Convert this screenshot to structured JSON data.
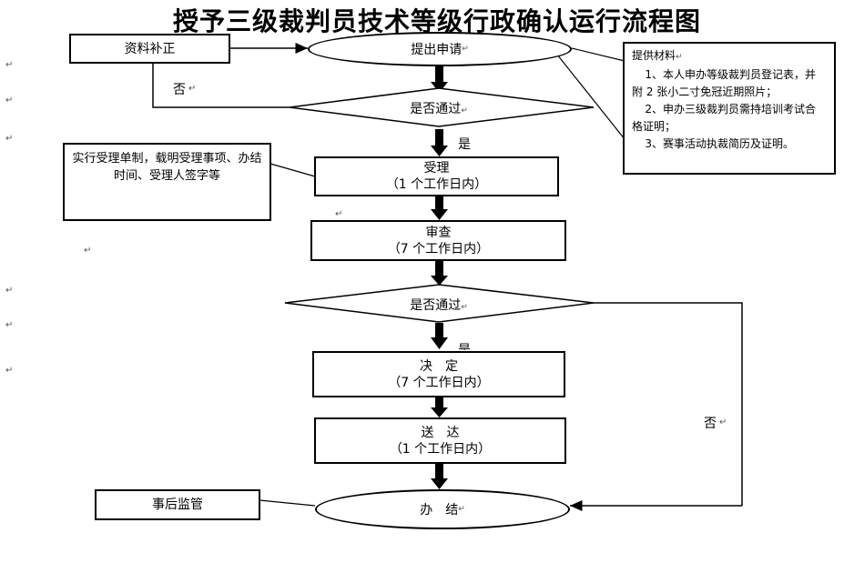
{
  "title": "授予三级裁判员技术等级行政确认运行流程图",
  "nodes": {
    "apply": "提出申请",
    "supplement": "资料补正",
    "check1": "是否通过",
    "accept": "受理",
    "accept_time": "（1 个工作日内）",
    "review": "审查",
    "review_time": "（7 个工作日内）",
    "check2": "是否通过",
    "decision": "决　定",
    "decision_time": "（7 个工作日内）",
    "deliver": "送　达",
    "deliver_time": "（1 个工作日内）",
    "finish": "办　结",
    "supervise": "事后监管"
  },
  "branch_labels": {
    "no_1": "否",
    "yes_1": "是",
    "yes_2": "是",
    "no_2": "否"
  },
  "accept_note": "实行受理单制，载明受理事项、办结时间、受理人签字等",
  "materials": {
    "heading": "提供材料",
    "items": [
      "1、本人申办等级裁判员登记表，并附 2 张小二寸免冠近期照片；",
      "2、申办三级裁判员需持培训考试合格证明；",
      "3、赛事活动执裁简历及证明。"
    ]
  },
  "paragraph_mark": "↵"
}
